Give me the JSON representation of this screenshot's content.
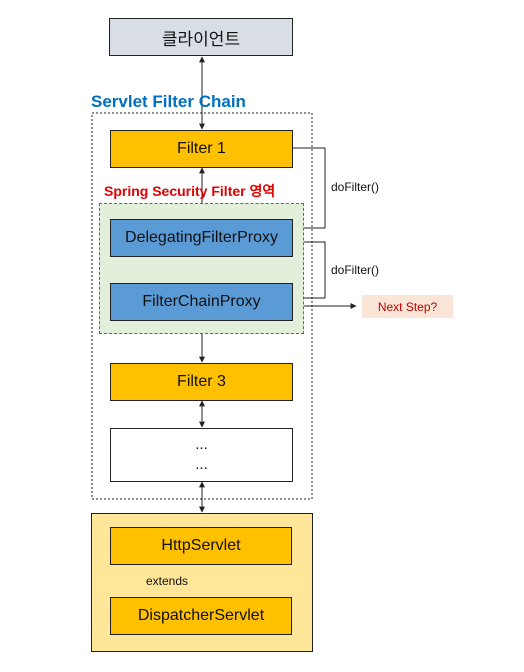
{
  "client": {
    "label": "클라이언트",
    "color": "#d9dde6"
  },
  "chain": {
    "title": "Servlet Filter Chain",
    "title_color": "#0070c0"
  },
  "security": {
    "title": "Spring Security Filter 영역",
    "title_color": "#e00000",
    "fill": "#e2efda",
    "border": "#e03030"
  },
  "filters": {
    "filter1": "Filter 1",
    "delegating": "DelegatingFilterProxy",
    "chainproxy": "FilterChainProxy",
    "filter3": "Filter 3",
    "dots1": "...",
    "dots2": "..."
  },
  "dofilter": {
    "first": "doFilter()",
    "second": "doFilter()"
  },
  "next_step": {
    "label": "Next Step?",
    "color": "#fbe5d6",
    "text_color": "#c00000"
  },
  "servlet": {
    "http": "HttpServlet",
    "dispatcher": "DispatcherServlet",
    "extends_label": "extends",
    "container_color": "#ffe699"
  },
  "colors": {
    "gold": "#ffc000",
    "blue": "#5b9bd5"
  }
}
